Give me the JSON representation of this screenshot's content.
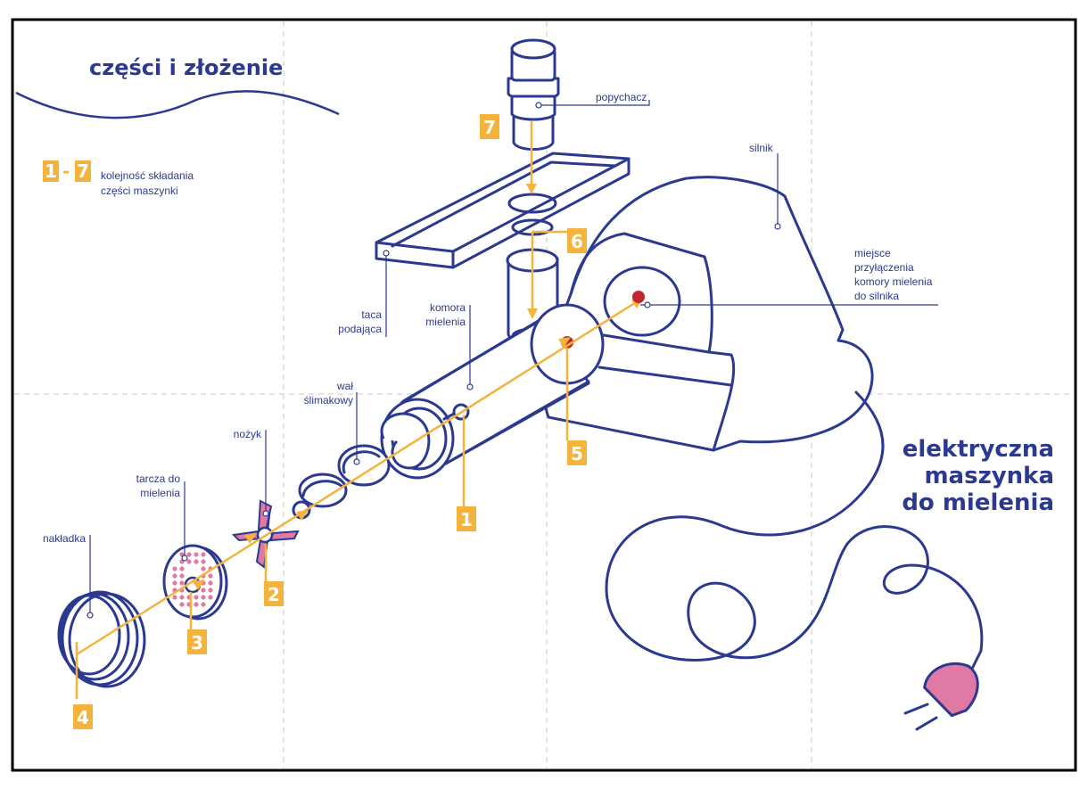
{
  "title_top": "części i złożenie",
  "legend": {
    "badge_from": "1",
    "badge_to": "7",
    "dash": "-",
    "line1": "kolejność składania",
    "line2": "części maszynki"
  },
  "title_main": [
    "elektryczna",
    "maszynka",
    "do mielenia"
  ],
  "labels": {
    "popychacz": "popychacz",
    "silnik": "silnik",
    "miejsce": [
      "miejsce",
      "przyłączenia",
      "komory mielenia",
      "do silnika"
    ],
    "taca": [
      "taca",
      "podająca"
    ],
    "komora": [
      "komora",
      "mielenia"
    ],
    "wal": [
      "wał",
      "ślimakowy"
    ],
    "nozyk": "nożyk",
    "tarcza": [
      "tarcza do",
      "mielenia"
    ],
    "nakladka": "nakładka"
  },
  "steps": [
    "1",
    "2",
    "3",
    "4",
    "5",
    "6",
    "7"
  ],
  "colors": {
    "ink": "#2b3990",
    "accent": "#f3b33d",
    "pink": "#e07aa5",
    "red": "#c0262d"
  },
  "icons": [
    "plug-icon"
  ]
}
